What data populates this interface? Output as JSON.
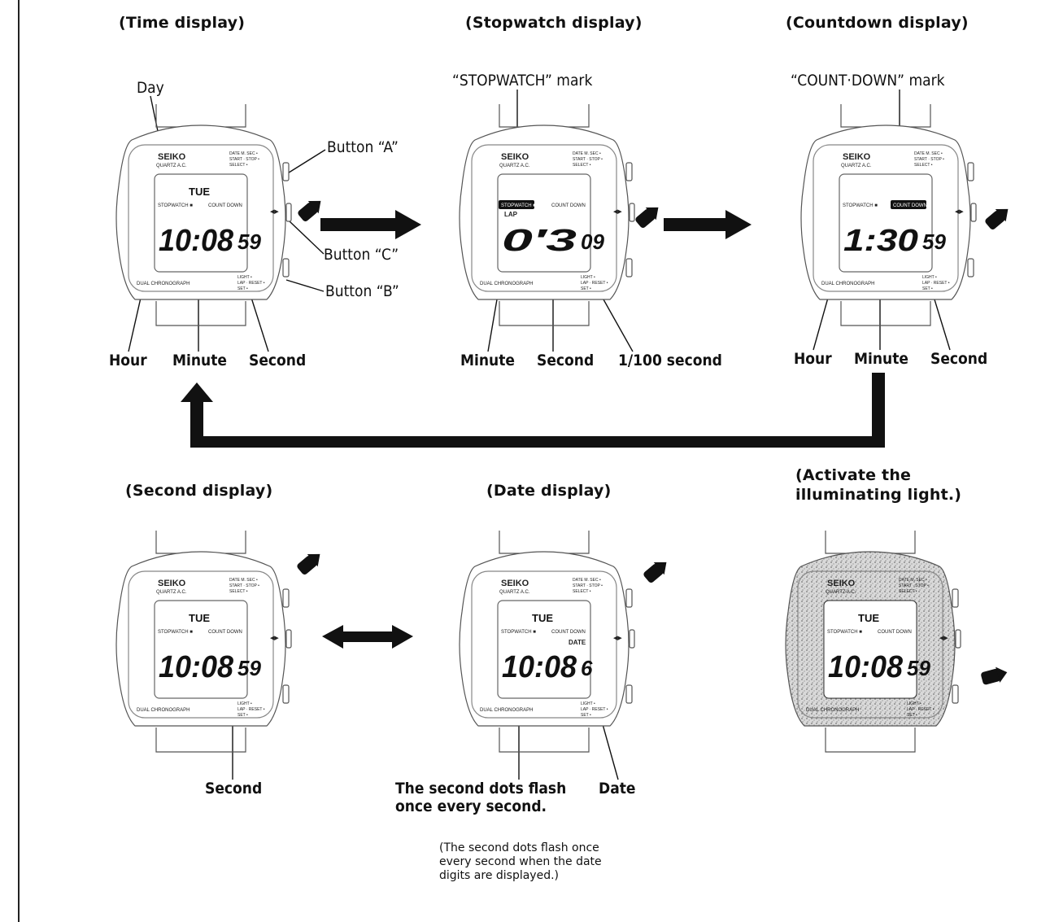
{
  "titles": {
    "time": "(Time display)",
    "stopwatch": "(Stopwatch display)",
    "countdown": "(Countdown display)",
    "second": "(Second display)",
    "date": "(Date display)",
    "light_line1": "(Activate the",
    "light_line2": "illuminating light.)"
  },
  "callouts": {
    "day": "Day",
    "button_a": "Button “A”",
    "button_c": "Button “C”",
    "button_b": "Button “B”",
    "stopwatch_mark": "“STOPWATCH” mark",
    "countdown_mark": "“COUNT·DOWN” mark",
    "hour": "Hour",
    "minute": "Minute",
    "second": "Second",
    "hundredth": "1/100 second",
    "date": "Date",
    "dots_line1": "The second dots flash",
    "dots_line2": "once every second."
  },
  "note": {
    "line1": "(The second dots flash once",
    "line2": "every second when the date",
    "line3": "digits are displayed.)"
  },
  "watch_text": {
    "brand": "SEIKO",
    "model": "QUARTZ A.C.",
    "top_right": [
      "DATE M. SEC •",
      "START · STOP •",
      "SELECT •"
    ],
    "bottom_left": "DUAL CHRONOGRAPH",
    "bottom_right": [
      "LIGHT •",
      "LAP · RESET •",
      "SET •"
    ],
    "stopwatch_tag": "STOPWATCH ■",
    "countdown_tag": "COUNT DOWN",
    "lap": "LAP",
    "date_tag": "DATE",
    "side_mark": "◀▶"
  },
  "displays": {
    "time": {
      "day": "TUE",
      "main": "10:08",
      "small": "59"
    },
    "stopwatch": {
      "main": "0′3",
      "small": "09"
    },
    "countdown": {
      "main": "1:30",
      "small": "59"
    },
    "second": {
      "day": "TUE",
      "main": "10:08",
      "small": "59"
    },
    "date": {
      "day": "TUE",
      "main": "10:08",
      "small": "6"
    },
    "light": {
      "day": "TUE",
      "main": "10:08",
      "small": "59"
    }
  }
}
